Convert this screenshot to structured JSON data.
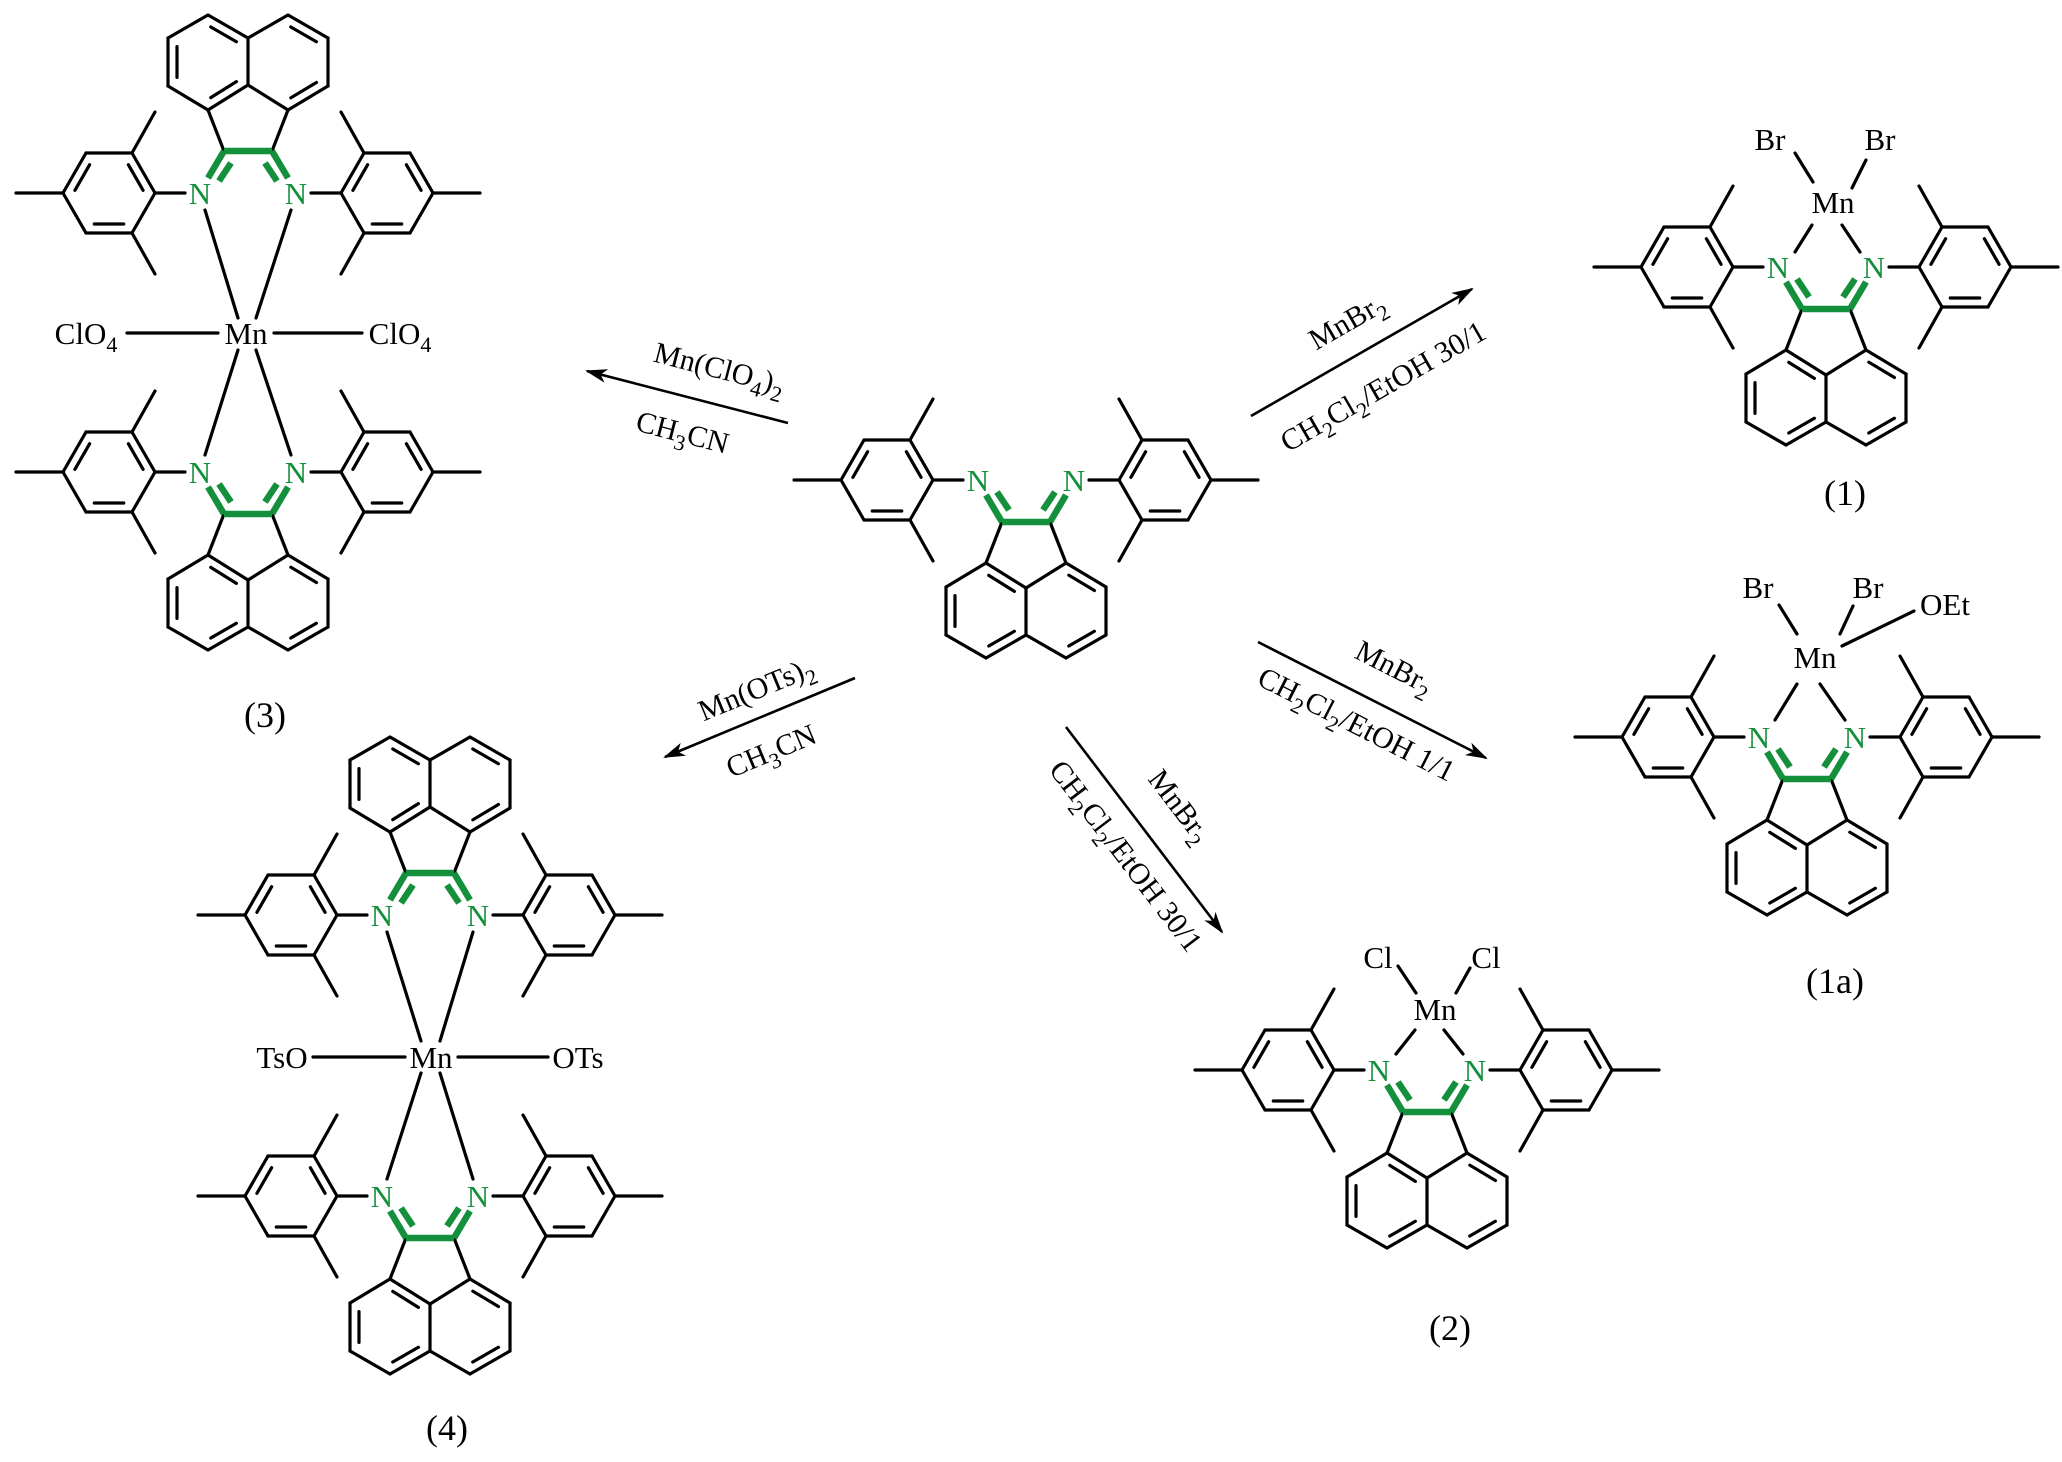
{
  "figure": {
    "colors": {
      "bond": "#000000",
      "diimine_highlight": "#14903c"
    }
  },
  "atoms": {
    "nitrogen": "N",
    "manganese": "Mn",
    "bromine": "Br",
    "chlorine": "Cl",
    "ethoxy": "OEt",
    "tosylate_left": "TsO",
    "tosylate_right": "OTs",
    "perchlorate": {
      "main": "ClO",
      "sub": "4"
    }
  },
  "reactions": [
    {
      "id": "to-1",
      "reagent": {
        "parts": [
          [
            "MnBr",
            ""
          ],
          [
            "2",
            "sub"
          ]
        ]
      },
      "solvent": {
        "parts": [
          [
            "CH",
            ""
          ],
          [
            "2",
            "sub"
          ],
          [
            "Cl",
            ""
          ],
          [
            "2",
            "sub"
          ],
          [
            "/EtOH 30/1",
            ""
          ]
        ]
      },
      "product": "(1)"
    },
    {
      "id": "to-1a",
      "reagent": {
        "parts": [
          [
            "MnBr",
            ""
          ],
          [
            "2",
            "sub"
          ]
        ]
      },
      "solvent": {
        "parts": [
          [
            "CH",
            ""
          ],
          [
            "2",
            "sub"
          ],
          [
            "Cl",
            ""
          ],
          [
            "2",
            "sub"
          ],
          [
            "/EtOH 1/1",
            ""
          ]
        ]
      },
      "product": "(1a)"
    },
    {
      "id": "to-2",
      "reagent": {
        "parts": [
          [
            "MnBr",
            ""
          ],
          [
            "2",
            "sub"
          ]
        ]
      },
      "solvent": {
        "parts": [
          [
            "CH",
            ""
          ],
          [
            "2",
            "sub"
          ],
          [
            "Cl",
            ""
          ],
          [
            "2",
            "sub"
          ],
          [
            "/EtOH 30/1",
            ""
          ]
        ]
      },
      "product": "(2)"
    },
    {
      "id": "to-3",
      "reagent": {
        "parts": [
          [
            "Mn(ClO",
            ""
          ],
          [
            "4",
            "sub"
          ],
          [
            ")",
            ""
          ],
          [
            "2",
            "sub"
          ]
        ]
      },
      "solvent": {
        "parts": [
          [
            "CH",
            ""
          ],
          [
            "3",
            "sub"
          ],
          [
            "CN",
            ""
          ]
        ]
      },
      "product": "(3)"
    },
    {
      "id": "to-4",
      "reagent": {
        "parts": [
          [
            "Mn(OTs)",
            ""
          ],
          [
            "2",
            "sub"
          ]
        ]
      },
      "solvent": {
        "parts": [
          [
            "CH",
            ""
          ],
          [
            "3",
            "sub"
          ],
          [
            "CN",
            ""
          ]
        ]
      },
      "product": "(4)"
    }
  ],
  "compounds": {
    "c1": {
      "label": "(1)"
    },
    "c1a": {
      "label": "(1a)"
    },
    "c2": {
      "label": "(2)"
    },
    "c3": {
      "label": "(3)"
    },
    "c4": {
      "label": "(4)"
    }
  }
}
